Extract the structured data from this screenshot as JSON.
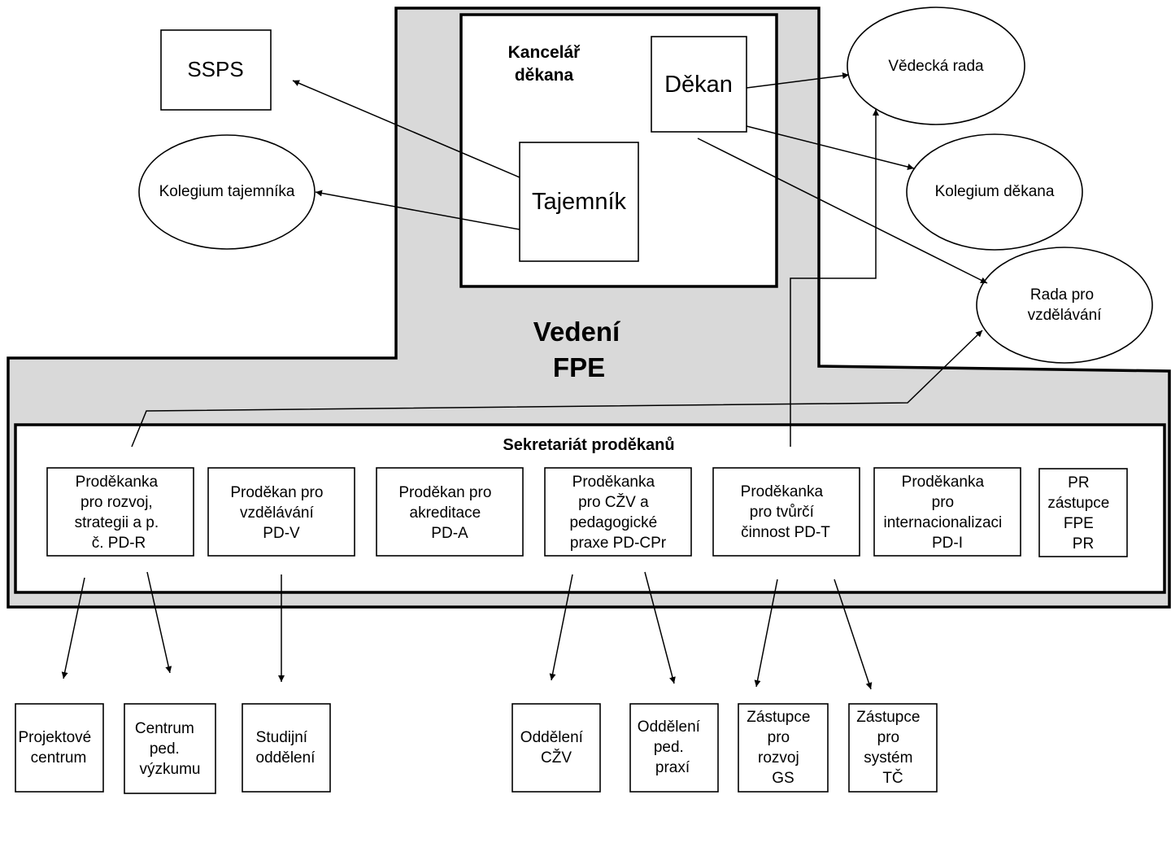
{
  "colors": {
    "band": "#d9d9d9",
    "stroke": "#000000",
    "fill": "#ffffff"
  },
  "vedeni": {
    "line1": "Vedení",
    "line2": "FPE"
  },
  "kancelar": {
    "line1": "Kancelář",
    "line2": "děkana"
  },
  "dekan": "Děkan",
  "tajemnik": "Tajemník",
  "ssps": "SSPS",
  "kolegium_tajemnika": "Kolegium tajemníka",
  "vedecka_rada": "Vědecká rada",
  "kolegium_dekana": "Kolegium děkana",
  "rada_vzdelavani": {
    "line1": "Rada pro",
    "line2": "vzdělávání"
  },
  "sekretariat": "Sekretariát proděkanů",
  "prodekani": [
    {
      "lines": [
        "Proděkanka",
        "pro rozvoj,",
        "strategii a p.",
        "č. PD-R"
      ]
    },
    {
      "lines": [
        "Proděkan pro",
        "vzdělávání",
        "PD-V"
      ]
    },
    {
      "lines": [
        "Proděkan pro",
        "akreditace",
        "PD-A"
      ]
    },
    {
      "lines": [
        "Proděkanka",
        "pro CŽV a",
        "pedagogické",
        "praxe PD-CPr"
      ]
    },
    {
      "lines": [
        "Proděkanka",
        "pro tvůrčí",
        "činnost PD-T"
      ]
    },
    {
      "lines": [
        "Proděkanka",
        "pro",
        "internacionalizaci",
        "PD-I"
      ]
    },
    {
      "lines": [
        "PR",
        "zástupce",
        "FPE",
        "PR"
      ]
    }
  ],
  "units": [
    {
      "lines": [
        "Projektové",
        "centrum"
      ]
    },
    {
      "lines": [
        "Centrum",
        "ped.",
        "výzkumu"
      ]
    },
    {
      "lines": [
        "Studijní",
        "oddělení"
      ]
    },
    {
      "lines": [
        "Oddělení",
        "CŽV"
      ]
    },
    {
      "lines": [
        "Oddělení",
        "ped.",
        "praxí"
      ]
    },
    {
      "lines": [
        "Zástupce",
        "pro",
        "rozvoj",
        "GS"
      ]
    },
    {
      "lines": [
        "Zástupce",
        "pro",
        "systém",
        "TČ"
      ]
    }
  ]
}
